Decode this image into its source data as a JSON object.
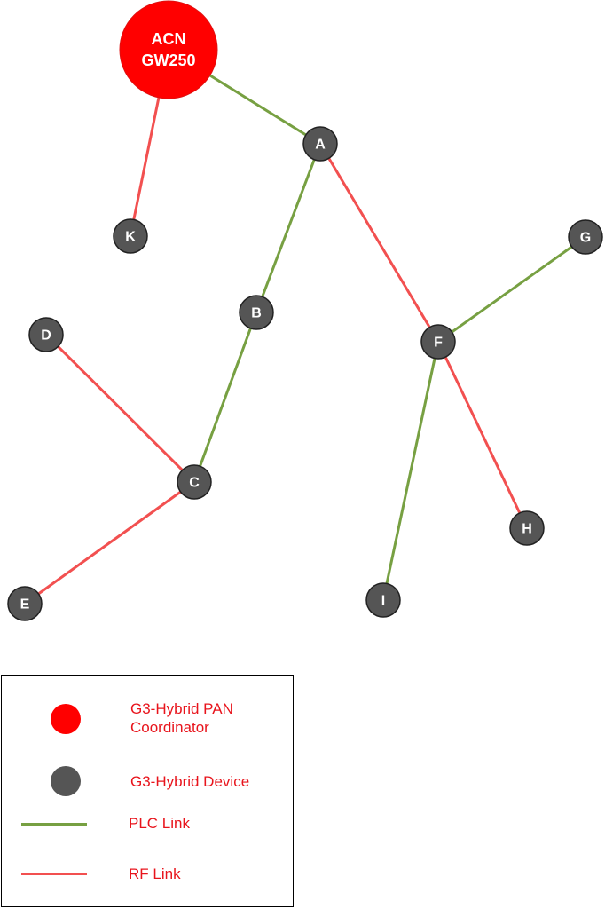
{
  "colors": {
    "coordinator": "#ff0000",
    "device": "#555555",
    "node_stroke": "#222222",
    "plc_link": "#77a042",
    "rf_link": "#f25050",
    "legend_text": "#e8141c"
  },
  "coordinator": {
    "id": "ACN",
    "line1": "ACN",
    "line2": "GW250"
  },
  "nodes": [
    {
      "id": "A",
      "label": "A"
    },
    {
      "id": "B",
      "label": "B"
    },
    {
      "id": "C",
      "label": "C"
    },
    {
      "id": "D",
      "label": "D"
    },
    {
      "id": "E",
      "label": "E"
    },
    {
      "id": "F",
      "label": "F"
    },
    {
      "id": "G",
      "label": "G"
    },
    {
      "id": "H",
      "label": "H"
    },
    {
      "id": "I",
      "label": "I"
    },
    {
      "id": "K",
      "label": "K"
    }
  ],
  "links": [
    {
      "from": "ACN",
      "to": "A",
      "type": "plc"
    },
    {
      "from": "ACN",
      "to": "K",
      "type": "rf"
    },
    {
      "from": "A",
      "to": "B",
      "type": "plc"
    },
    {
      "from": "A",
      "to": "F",
      "type": "rf"
    },
    {
      "from": "B",
      "to": "C",
      "type": "plc"
    },
    {
      "from": "D",
      "to": "C",
      "type": "rf"
    },
    {
      "from": "C",
      "to": "E",
      "type": "rf"
    },
    {
      "from": "F",
      "to": "G",
      "type": "plc"
    },
    {
      "from": "F",
      "to": "H",
      "type": "rf"
    },
    {
      "from": "F",
      "to": "I",
      "type": "plc"
    }
  ],
  "legend": {
    "coordinator_label": "G3-Hybrid PAN\nCoordinator",
    "device_label": "G3-Hybrid Device",
    "plc_label": "PLC Link",
    "rf_label": "RF Link"
  }
}
